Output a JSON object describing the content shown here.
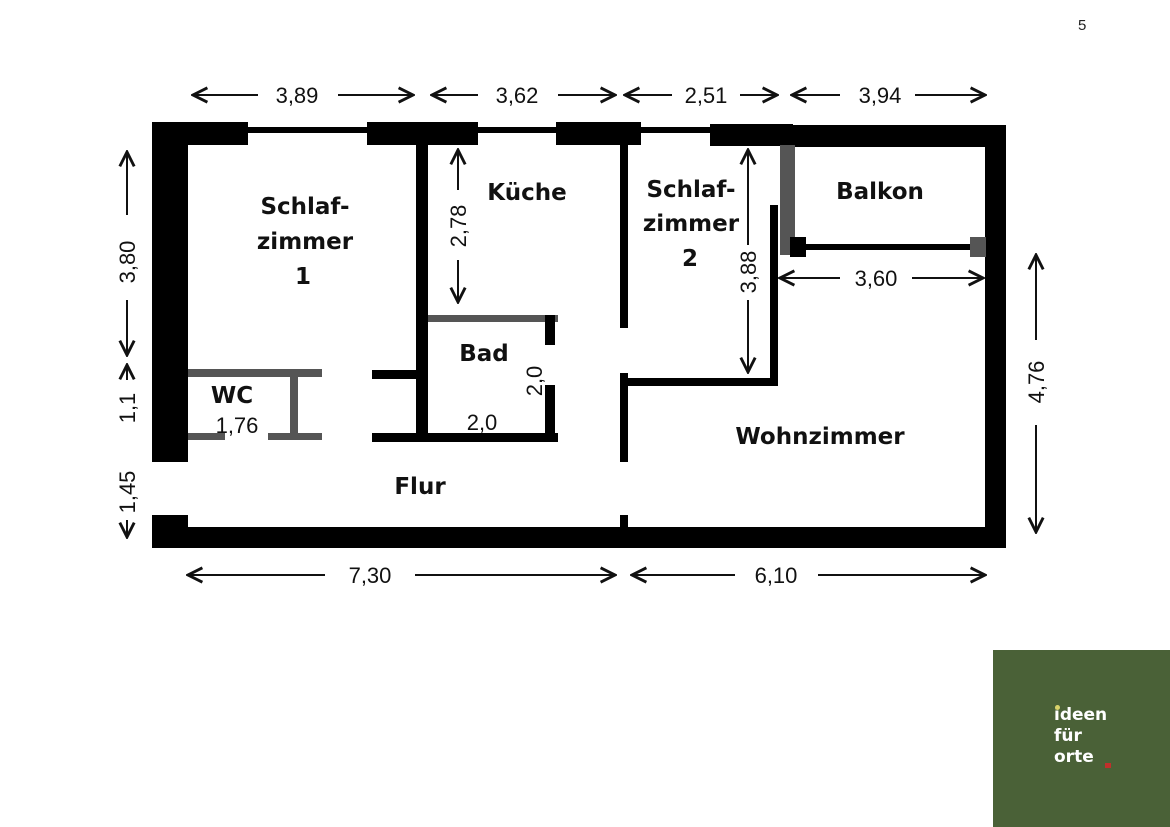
{
  "page_number": "5",
  "rooms": {
    "schlafzimmer1": [
      "Schlaf-",
      "zimmer",
      "1"
    ],
    "kueche": "Küche",
    "schlafzimmer2": [
      "Schlaf-",
      "zimmer",
      "2"
    ],
    "balkon": "Balkon",
    "bad": "Bad",
    "wc": "WC",
    "flur": "Flur",
    "wohnzimmer": "Wohnzimmer"
  },
  "dimensions": {
    "top": [
      "3,89",
      "3,62",
      "2,51",
      "3,94"
    ],
    "bottom": [
      "7,30",
      "6,10"
    ],
    "left": [
      "3,80",
      "1,1",
      "1,45"
    ],
    "right": "4,76",
    "kueche_height": "2,78",
    "schlafzimmer2_height": "3,88",
    "balkon_width": "3,60",
    "bad_height": "2,0",
    "bad_width": "2,0",
    "wc_width": "1,76"
  },
  "logo": {
    "lines": [
      "ideen",
      "für",
      "orte"
    ],
    "bg_color": "#4a6137"
  }
}
